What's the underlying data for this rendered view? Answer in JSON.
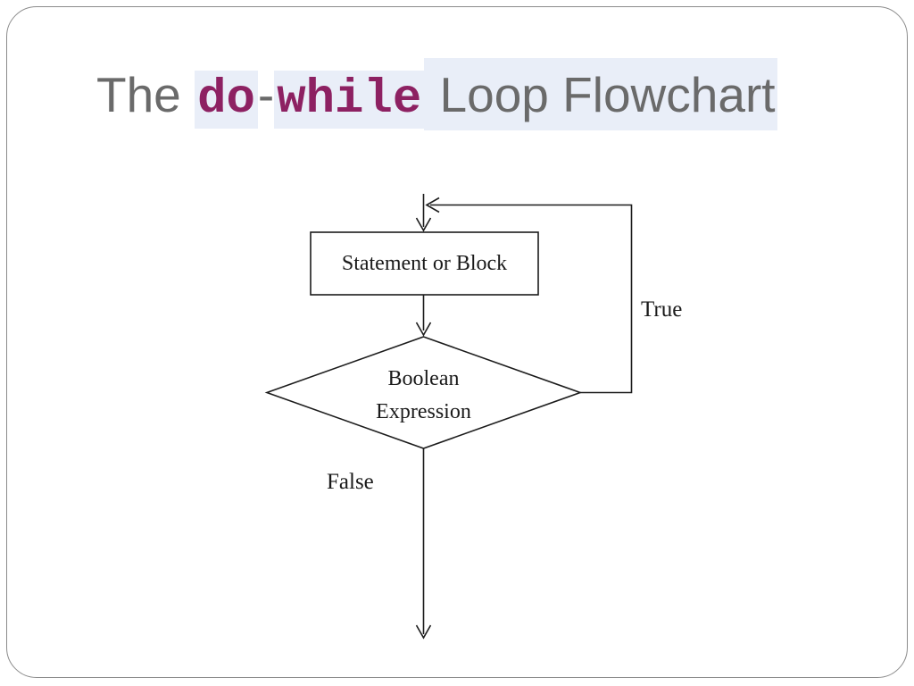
{
  "slide": {
    "title": {
      "part1": "The ",
      "part2": "do",
      "part3": "-",
      "part4": "while",
      "part5": " Loop Flowchart"
    },
    "colors": {
      "title_gray": "#6a6a6a",
      "keyword_purple": "#8d2162",
      "highlight_blue": "#e9eef8",
      "line_black": "#1c1c1c",
      "border_gray": "#8b8b8b"
    },
    "flowchart": {
      "process_label": "Statement or Block",
      "decision_label_line1": "Boolean",
      "decision_label_line2": "Expression",
      "true_label": "True",
      "false_label": "False"
    }
  }
}
